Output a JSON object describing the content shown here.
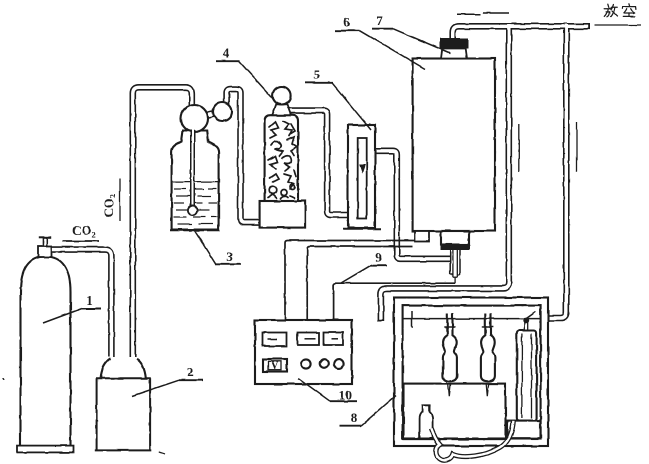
{
  "colors": {
    "ink": "#1b1b1b",
    "paper": "#ffffff"
  },
  "figure": {
    "type": "apparatus-line-diagram",
    "callouts": [
      {
        "n": "1"
      },
      {
        "n": "2"
      },
      {
        "n": "3"
      },
      {
        "n": "4"
      },
      {
        "n": "5"
      },
      {
        "n": "6"
      },
      {
        "n": "7"
      },
      {
        "n": "8"
      },
      {
        "n": "9"
      },
      {
        "n": "10"
      }
    ],
    "annotations": {
      "feed_gas": {
        "base": "CO",
        "sub": "2"
      },
      "line_gas": {
        "base": "CO",
        "sub": "2"
      },
      "vent": "放空",
      "voltmeter": "V"
    }
  }
}
